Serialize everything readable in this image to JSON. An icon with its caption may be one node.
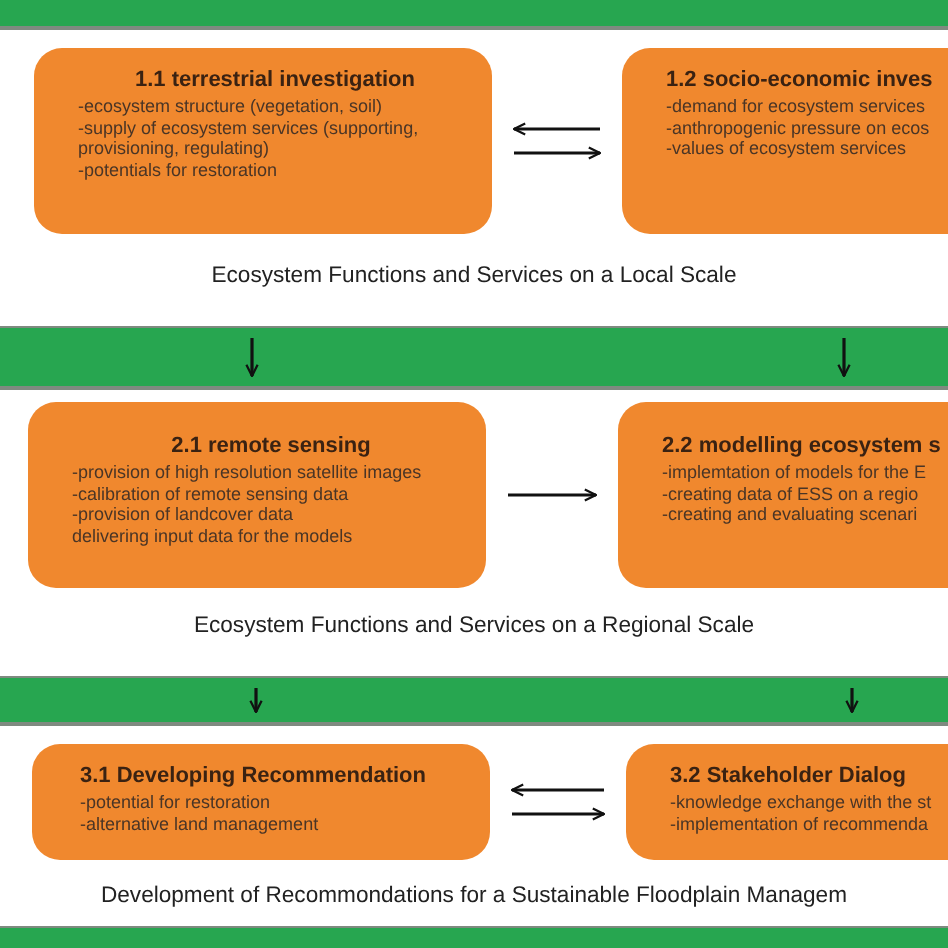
{
  "diagram": {
    "nodes": [
      {
        "text": [
          "1.1 terrestrial investigation",
          "-ecosystem structure (vegetation, soil)",
          "-supply of ecosystem services (supporting, provisioning, regulating)",
          "-potentials for restoration"
        ]
      },
      {
        "text": [
          "1.2 socio-economic inves",
          "-demand for ecosystem services",
          "-anthropogenic pressure on ecos",
          "-values of ecosystem services"
        ]
      },
      {
        "text": [
          "2.1 remote sensing",
          "-provision of high resolution satellite images",
          "-calibration of remote sensing data",
          "-provision of landcover data",
          "delivering input data for the models"
        ]
      },
      {
        "text": [
          "2.2 modelling ecosystem s",
          "-implemtation of models for the E",
          "-creating data of ESS on a regio",
          "-creating and evaluating scenari"
        ]
      },
      {
        "text": [
          "3.1 Developing Recommendation",
          "-potential for restoration",
          "-alternative land management"
        ]
      },
      {
        "text": [
          "3.2 Stakeholder Dialog",
          "-knowledge exchange with the st",
          "-implementation of recommenda"
        ]
      },
      {
        "text": [],
        "shape": "bar"
      },
      {
        "text": [],
        "shape": "bar"
      },
      {
        "text": [],
        "shape": "bar"
      },
      {
        "text": [],
        "shape": "bar"
      }
    ],
    "edges": [
      {
        "from": 1,
        "to": 0,
        "arrow": "to"
      },
      {
        "from": 0,
        "to": 1,
        "arrow": "to"
      },
      {
        "from": 7,
        "to": 2,
        "arrow": "to"
      },
      {
        "from": 7,
        "to": 3,
        "arrow": "to"
      },
      {
        "from": 2,
        "to": 3,
        "arrow": "to"
      },
      {
        "from": 8,
        "to": 4,
        "arrow": "to"
      },
      {
        "from": 8,
        "to": 5,
        "arrow": "to"
      },
      {
        "from": 5,
        "to": 4,
        "arrow": "to"
      },
      {
        "from": 4,
        "to": 5,
        "arrow": "to"
      }
    ],
    "labels": [
      "Ecosystem Functions and Services on a Local Scale",
      "Ecosystem Functions and Services on a Regional Scale",
      "Development of Recommondations for a Sustainable Floodplain Managem"
    ]
  }
}
